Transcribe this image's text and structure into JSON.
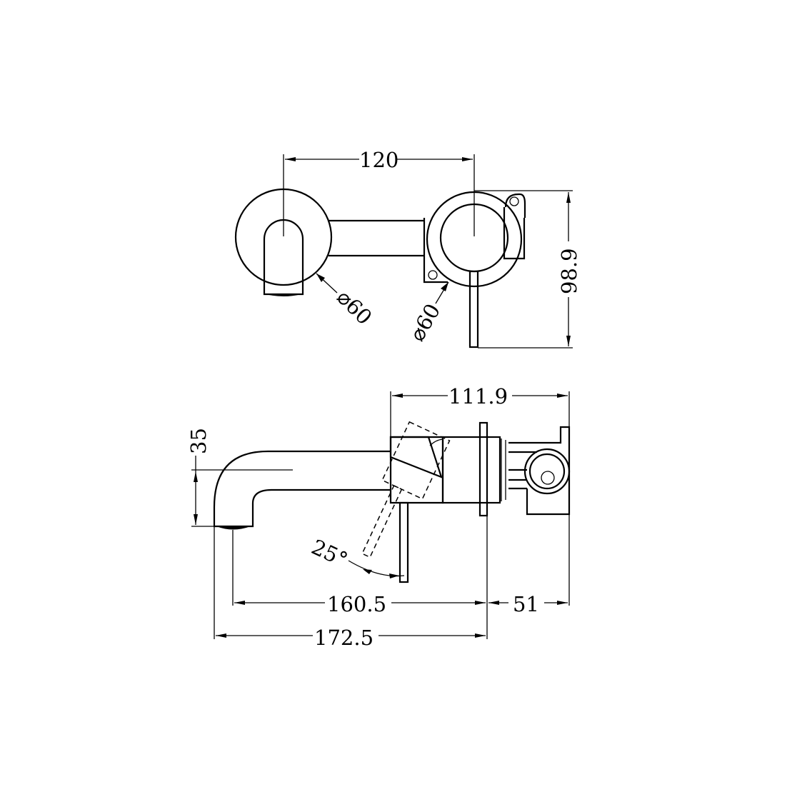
{
  "drawing": {
    "title": "Wall mixer with spout - dimension drawing",
    "units": "mm",
    "line_color": "#000000",
    "background": "#ffffff"
  },
  "front_view": {
    "dim_spacing": "120",
    "dim_spout_plate_diameter": "⌀60",
    "dim_mixer_plate_diameter": "⌀60",
    "dim_height": "98.9"
  },
  "side_view": {
    "dim_body_depth": "111.9",
    "dim_spout_drop": "35",
    "dim_lever_angle": "25°",
    "dim_spout_projection": "160.5",
    "dim_total_projection": "172.5",
    "dim_wall_depth": "51"
  }
}
